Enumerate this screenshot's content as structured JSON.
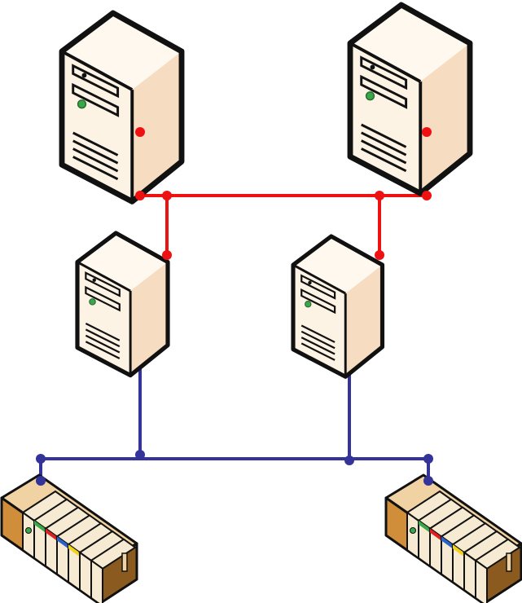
{
  "diagram": {
    "colors": {
      "upper_network": "#ee1111",
      "lower_network": "#333399",
      "case_front": "#fdf3e4",
      "case_side": "#f6dcc0",
      "case_top": "#fff8ee",
      "outline": "#111111",
      "power_led": "#3aa84a",
      "plc_body": "#d08e3a",
      "plc_dark": "#8a5a1e",
      "plc_light": "#f1d3a3",
      "plc_module": "#f7ead2"
    },
    "nodes": [
      {
        "id": "server-top-left",
        "kind": "server-tower"
      },
      {
        "id": "server-top-right",
        "kind": "server-tower"
      },
      {
        "id": "server-mid-left",
        "kind": "server-tower"
      },
      {
        "id": "server-mid-right",
        "kind": "server-tower"
      },
      {
        "id": "plc-bottom-left",
        "kind": "plc-rack",
        "module_stripes": [
          "#3aa84a",
          "#e02020",
          "#2a62c8",
          "#f2d21c"
        ]
      },
      {
        "id": "plc-bottom-right",
        "kind": "plc-rack",
        "module_stripes": [
          "#3aa84a",
          "#e02020",
          "#2a62c8",
          "#f2d21c"
        ]
      }
    ],
    "networks": [
      {
        "id": "upper-network",
        "color": "upper_network",
        "connects": [
          "server-top-left",
          "server-top-right",
          "server-mid-left",
          "server-mid-right"
        ]
      },
      {
        "id": "lower-network",
        "color": "lower_network",
        "connects": [
          "server-mid-left",
          "server-mid-right",
          "plc-bottom-left",
          "plc-bottom-right"
        ]
      }
    ]
  }
}
